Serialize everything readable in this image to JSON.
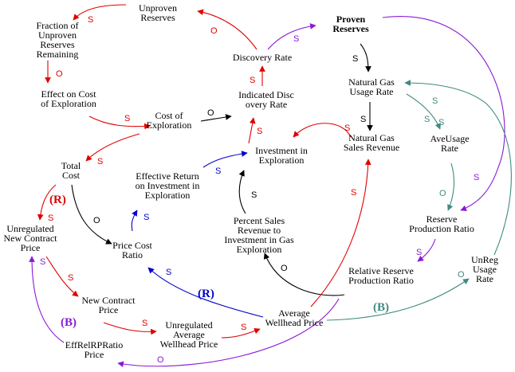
{
  "colors": {
    "red": "#e00000",
    "black": "#000000",
    "purple": "#8a18d8",
    "teal": "#3f8a80",
    "blue": "#0000cc"
  },
  "nodes": {
    "unproven_reserves": [
      "Unproven",
      "Reserves"
    ],
    "fraction_unproven": [
      "Fraction of",
      "Unproven",
      "Reserves",
      "Remaining"
    ],
    "effect_on_cost": [
      "Effect on Cost",
      "of Exploration"
    ],
    "cost_of_exploration": [
      "Cost of",
      "Exploration"
    ],
    "discovery_rate": [
      "Discovery Rate"
    ],
    "indicated_discovery_rate": [
      "Indicated Disc",
      "overy Rate"
    ],
    "proven_reserves": [
      "Proven",
      "Reserves"
    ],
    "natural_gas_usage_rate": [
      "Natural Gas",
      "Usage Rate"
    ],
    "natural_gas_sales_revenue": [
      "Natural Gas",
      "Sales Revenue"
    ],
    "investment_in_exploration": [
      "Investment in",
      "Exploration"
    ],
    "total_cost": [
      "Total",
      "Cost"
    ],
    "effective_return": [
      "Effective Return",
      "on Investment in",
      "Exploration"
    ],
    "ave_usage_rate": [
      "AveUsage",
      "Rate"
    ],
    "percent_sales_revenue": [
      "Percent Sales",
      "Revenue to",
      "Investment in Gas",
      "Exploration"
    ],
    "unregulated_new_contract_price": [
      "Unregulated",
      "New Contract",
      "Price"
    ],
    "price_cost_ratio": [
      "Price Cost",
      "Ratio"
    ],
    "reserve_production_ratio": [
      "Reserve",
      "Production Ratio"
    ],
    "unreg_usage_rate": [
      "UnReg",
      "Usage",
      "Rate"
    ],
    "relative_reserve_production_ratio": [
      "Relative Reserve",
      "Production Ratio"
    ],
    "new_contract_price": [
      "New Contract",
      "Price"
    ],
    "average_wellhead_price": [
      "Average",
      "Wellhead Price"
    ],
    "unregulated_average_wellhead_price": [
      "Unregulated",
      "Average",
      "Wellhead Price"
    ],
    "eff_rel_rp_ratio_price": [
      "EffRelRPRatio",
      "Price"
    ]
  },
  "polarities": {
    "s": "S",
    "o": "O"
  },
  "loops": {
    "reinforcing": "(R)",
    "balancing": "(B)"
  }
}
